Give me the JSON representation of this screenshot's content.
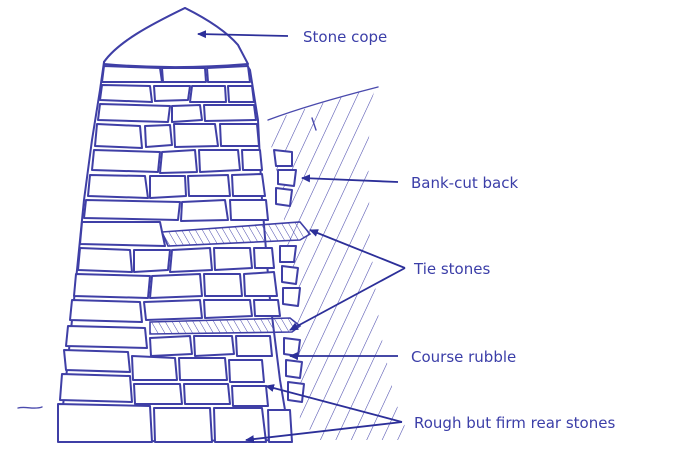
{
  "labels": {
    "stone_cope": "Stone cope",
    "bank_cut_back": "Bank-cut back",
    "tie_stones": "Tie stones",
    "course_rubble": "Course rubble",
    "rear_stones": "Rough but firm rear stones"
  },
  "colors": {
    "ink": "#3f3fa6",
    "label_text": "#3b3ea8",
    "background": "#ffffff"
  }
}
